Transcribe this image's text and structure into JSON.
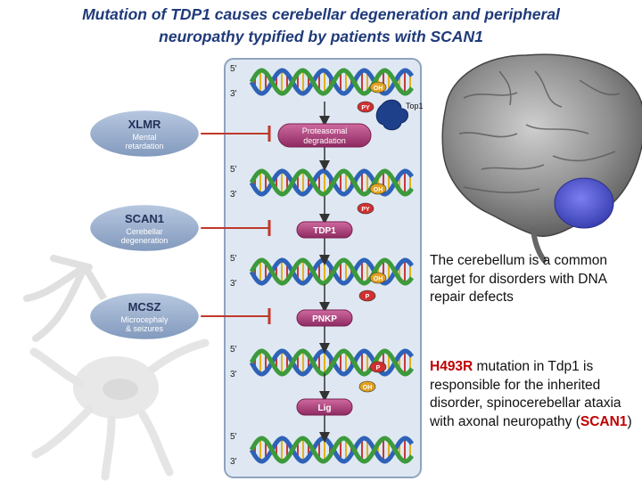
{
  "title": {
    "line1": "Mutation of TDP1 causes cerebellar degeneration and peripheral",
    "line2": "neuropathy typified by patients with SCAN1"
  },
  "diseases": [
    {
      "name": "XLMR",
      "line1": "Mental",
      "line2": "retardation"
    },
    {
      "name": "SCAN1",
      "line1": "Cerebellar",
      "line2": "degeneration"
    },
    {
      "name": "MCSZ",
      "line1": "Microcephaly",
      "line2": "& seizures"
    }
  ],
  "steps": [
    {
      "line1": "Proteasomal",
      "line2": "degradation"
    },
    {
      "label": "TDP1"
    },
    {
      "label": "PNKP"
    },
    {
      "label": "Lig"
    }
  ],
  "strand_ends": {
    "five_prime": "5'",
    "three_prime": "3'"
  },
  "dna_labels": {
    "top1": "Top1",
    "oh": "OH",
    "py": "PY",
    "p": "P",
    "oh_label": "OH",
    "pyp": "PY",
    "p_label": "P",
    "p2": "P",
    "p2b": "P"
  },
  "text_block_1": "The cerebellum is a common target for disorders with DNA repair defects",
  "text_block_2": {
    "mutation": "H493R",
    "middle": " mutation in Tdp1 is responsible for the inherited disorder, spinocerebellar ataxia with axonal neuropathy (",
    "disease": "SCAN1",
    "end": ")"
  },
  "colors": {
    "title": "#1f3a7a",
    "panel": "#dfe8f2",
    "disease_fill": "#9fb3cf",
    "step_fill": "#b23c7a",
    "inhibit": "#c0392b",
    "dna_blue": "#2e62b8",
    "dna_green": "#3c9a3c",
    "highlight": "#c00000",
    "cerebellum": "#4a4ed0"
  }
}
